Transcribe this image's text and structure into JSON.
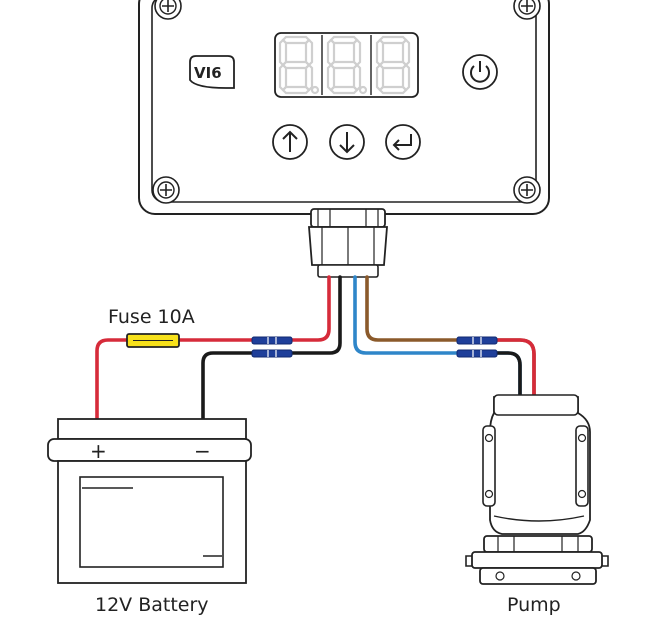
{
  "controller": {
    "logo_text": "VI6",
    "display_text": "8.8.8",
    "buttons": [
      "up-arrow",
      "down-arrow",
      "enter",
      "power"
    ]
  },
  "labels": {
    "fuse": "Fuse 10A",
    "battery": "12V Battery",
    "pump": "Pump",
    "battery_plus": "+",
    "battery_minus": "−"
  },
  "colors": {
    "outline": "#222222",
    "wire_red": "#d62b3a",
    "wire_black": "#1a1a1a",
    "wire_brown": "#8b5a2b",
    "wire_blue": "#2f86c9",
    "connector_blue": "#1f3f9a",
    "fuse_yellow": "#f7e11a",
    "display_segment": "#cfcfcf"
  }
}
